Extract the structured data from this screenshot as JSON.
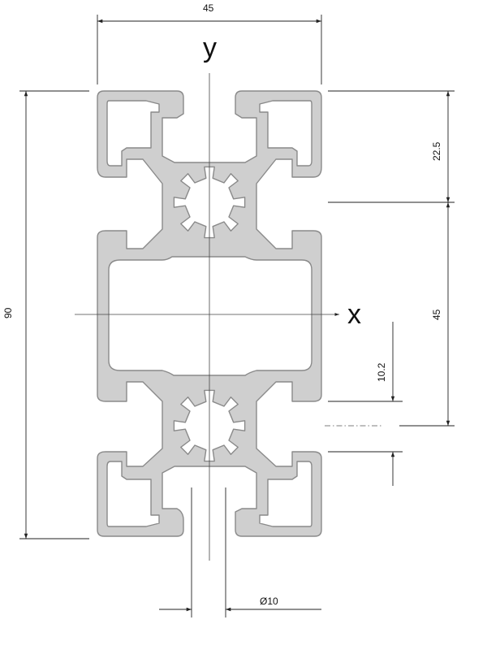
{
  "axes": {
    "x_label": "x",
    "y_label": "y"
  },
  "dimensions": {
    "width": "45",
    "height": "90",
    "upper_offset": "22.5",
    "pitch": "45",
    "slot_depth": "10.2",
    "bore": "Ø10"
  },
  "colors": {
    "profile_fill": "#cfcfcf",
    "profile_stroke": "#8a8a8a",
    "lines": "#222222"
  }
}
